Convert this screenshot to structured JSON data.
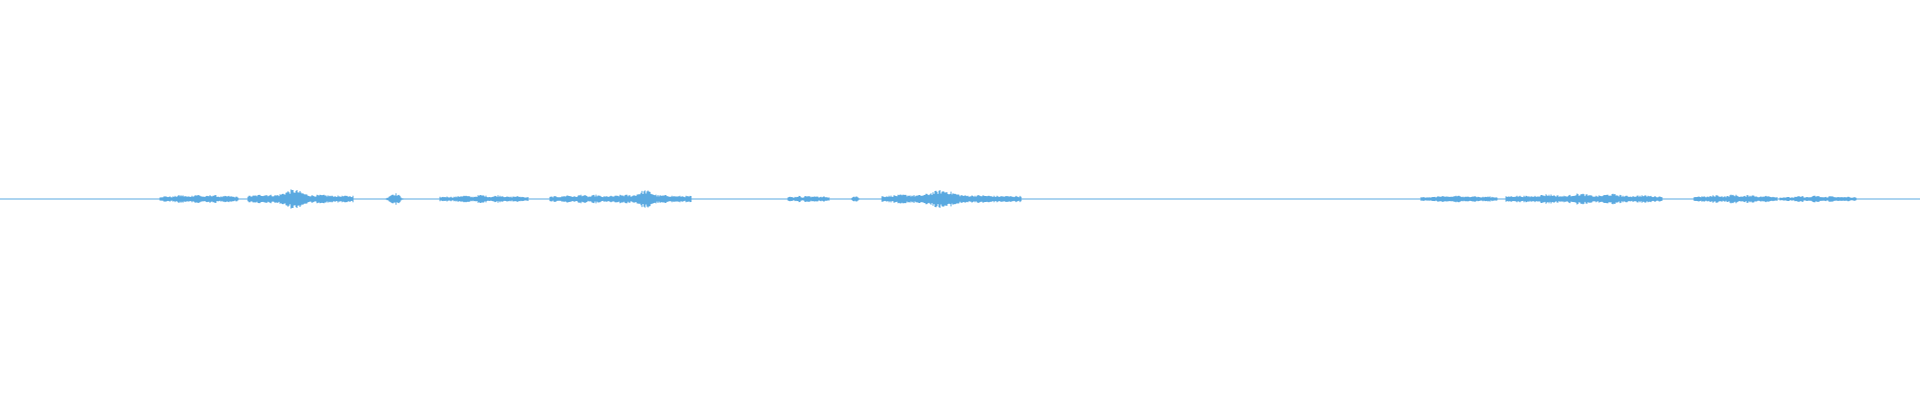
{
  "colors": {
    "background": "#ffffff",
    "waveform": "#5aa9e0"
  },
  "waveform": {
    "baseline_level": 0.02,
    "segments": [
      {
        "start": 0.083,
        "end": 0.124,
        "peak": 0.22,
        "pattern": "noisy"
      },
      {
        "start": 0.129,
        "end": 0.184,
        "peak": 0.45,
        "pattern": "swell"
      },
      {
        "start": 0.201,
        "end": 0.21,
        "peak": 0.28,
        "pattern": "blip"
      },
      {
        "start": 0.229,
        "end": 0.275,
        "peak": 0.2,
        "pattern": "noisy"
      },
      {
        "start": 0.286,
        "end": 0.322,
        "peak": 0.22,
        "pattern": "noisy"
      },
      {
        "start": 0.318,
        "end": 0.36,
        "peak": 0.42,
        "pattern": "swell"
      },
      {
        "start": 0.41,
        "end": 0.432,
        "peak": 0.18,
        "pattern": "noisy"
      },
      {
        "start": 0.443,
        "end": 0.448,
        "peak": 0.14,
        "pattern": "blip"
      },
      {
        "start": 0.459,
        "end": 0.532,
        "peak": 0.42,
        "pattern": "swell"
      },
      {
        "start": 0.74,
        "end": 0.78,
        "peak": 0.18,
        "pattern": "noisy"
      },
      {
        "start": 0.784,
        "end": 0.866,
        "peak": 0.26,
        "pattern": "noisy"
      },
      {
        "start": 0.882,
        "end": 0.926,
        "peak": 0.22,
        "pattern": "noisy"
      },
      {
        "start": 0.927,
        "end": 0.967,
        "peak": 0.16,
        "pattern": "noisy"
      }
    ]
  }
}
